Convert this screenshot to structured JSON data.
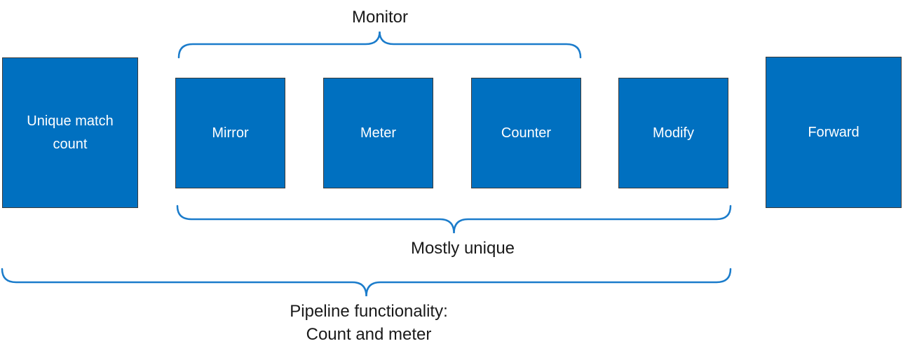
{
  "diagram": {
    "boxes": [
      {
        "label": "Unique match count"
      },
      {
        "label": "Mirror"
      },
      {
        "label": "Meter"
      },
      {
        "label": "Counter"
      },
      {
        "label": "Modify"
      },
      {
        "label": "Forward"
      }
    ],
    "labels": {
      "monitor": "Monitor",
      "mostly_unique": "Mostly unique",
      "pipeline_line1": "Pipeline functionality:",
      "pipeline_line2": "Count and meter"
    },
    "colors": {
      "box_fill": "#0070C0",
      "box_border": "#3B3B3B",
      "box_text": "#FFFFFF",
      "brace_stroke": "#1B7CCB",
      "label_text": "#1A1A1A"
    }
  }
}
